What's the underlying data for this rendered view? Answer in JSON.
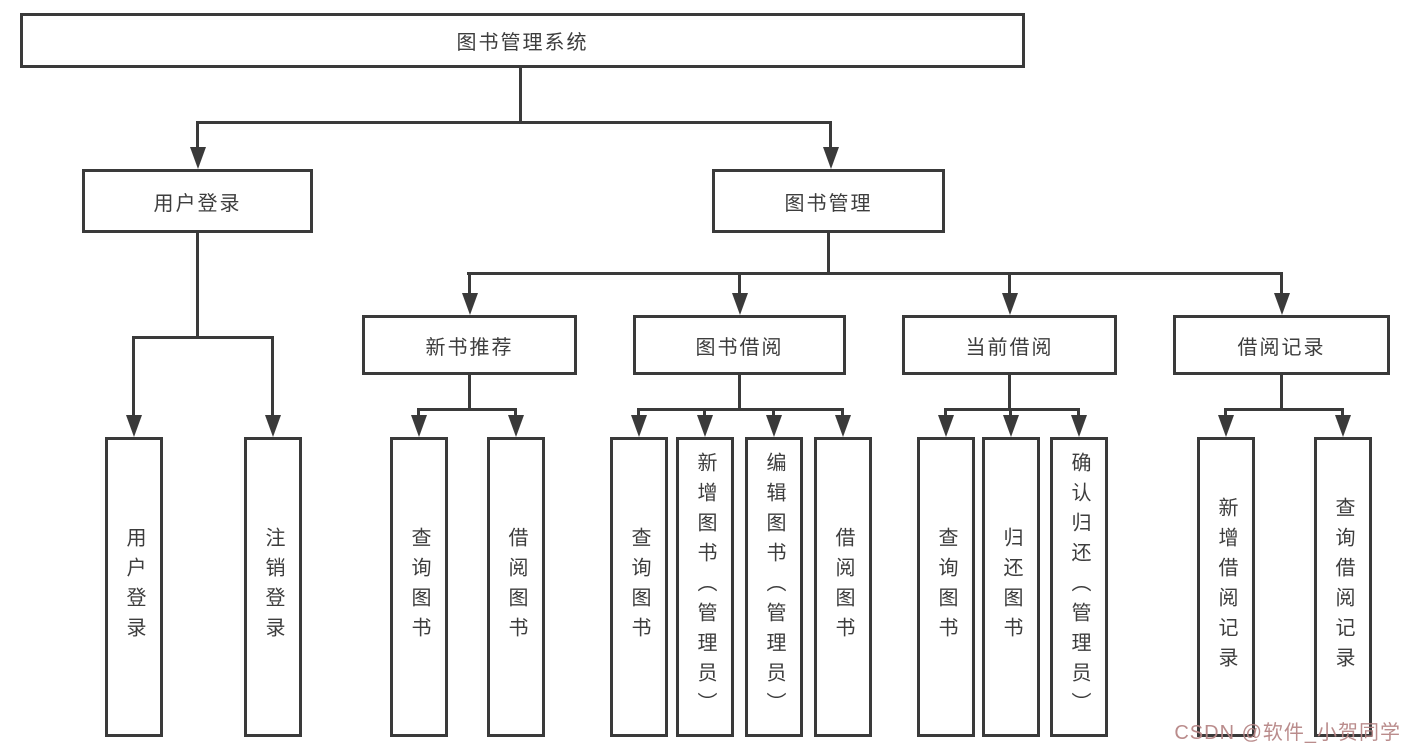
{
  "diagram": {
    "root": "图书管理系统",
    "level2": {
      "user": {
        "label": "用户登录",
        "children": [
          "用户登录",
          "注销登录"
        ]
      },
      "books": {
        "label": "图书管理",
        "children": {
          "recommend": {
            "label": "新书推荐",
            "children": [
              "查询图书",
              "借阅图书"
            ]
          },
          "borrow": {
            "label": "图书借阅",
            "children": [
              "查询图书",
              "新增图书（管理员）",
              "编辑图书（管理员）",
              "借阅图书"
            ]
          },
          "current": {
            "label": "当前借阅",
            "children": [
              "查询图书",
              "归还图书",
              "确认归还（管理员）"
            ]
          },
          "records": {
            "label": "借阅记录",
            "children": [
              "新增借阅记录",
              "查询借阅记录"
            ]
          }
        }
      }
    }
  },
  "watermark": "CSDN @软件_小贺同学",
  "colors": {
    "line": "#3a3a3a",
    "text": "#3d3d3d",
    "background": "#ffffff",
    "watermark": "#b68686"
  }
}
